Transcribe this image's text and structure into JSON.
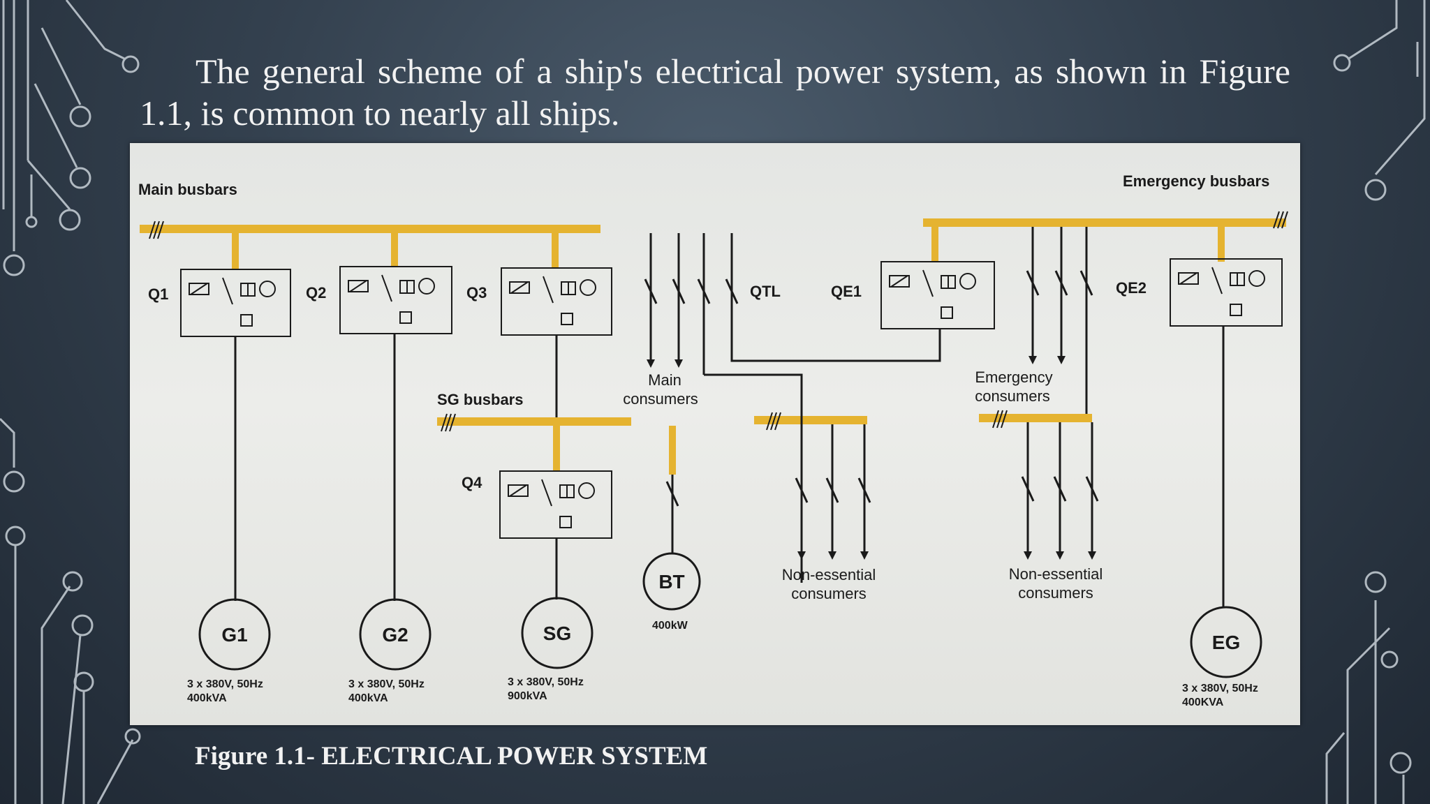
{
  "slide": {
    "heading": "The general scheme of a ship's electrical power system, as shown in Figure 1.1, is common to nearly all ships.",
    "caption": "Figure 1.1- ELECTRICAL POWER SYSTEM"
  },
  "diagram": {
    "main_busbars": "Main busbars",
    "emergency_busbars": "Emergency busbars",
    "sg_busbars": "SG busbars",
    "breakers": {
      "q1": "Q1",
      "q2": "Q2",
      "q3": "Q3",
      "q4": "Q4",
      "qtl": "QTL",
      "qe1": "QE1",
      "qe2": "QE2"
    },
    "main_consumers": [
      "Main",
      "consumers"
    ],
    "emergency_consumers": [
      "Emergency",
      "consumers"
    ],
    "non_essential_1": [
      "Non-essential",
      "consumers"
    ],
    "non_essential_2": [
      "Non-essential",
      "consumers"
    ],
    "generators": {
      "g1": {
        "label": "G1",
        "rating": [
          "3 x 380V, 50Hz",
          "400kVA"
        ]
      },
      "g2": {
        "label": "G2",
        "rating": [
          "3 x 380V, 50Hz",
          "400kVA"
        ]
      },
      "sg": {
        "label": "SG",
        "rating": [
          "3 x 380V, 50Hz",
          "900kVA"
        ]
      },
      "eg": {
        "label": "EG",
        "rating": [
          "3 x 380V, 50Hz",
          "400KVA"
        ]
      }
    },
    "battery": {
      "label": "BT",
      "rating": "400kW"
    }
  },
  "colors": {
    "busbar": "#e5b330",
    "line": "#1a1a1a",
    "background": "#34414f"
  }
}
